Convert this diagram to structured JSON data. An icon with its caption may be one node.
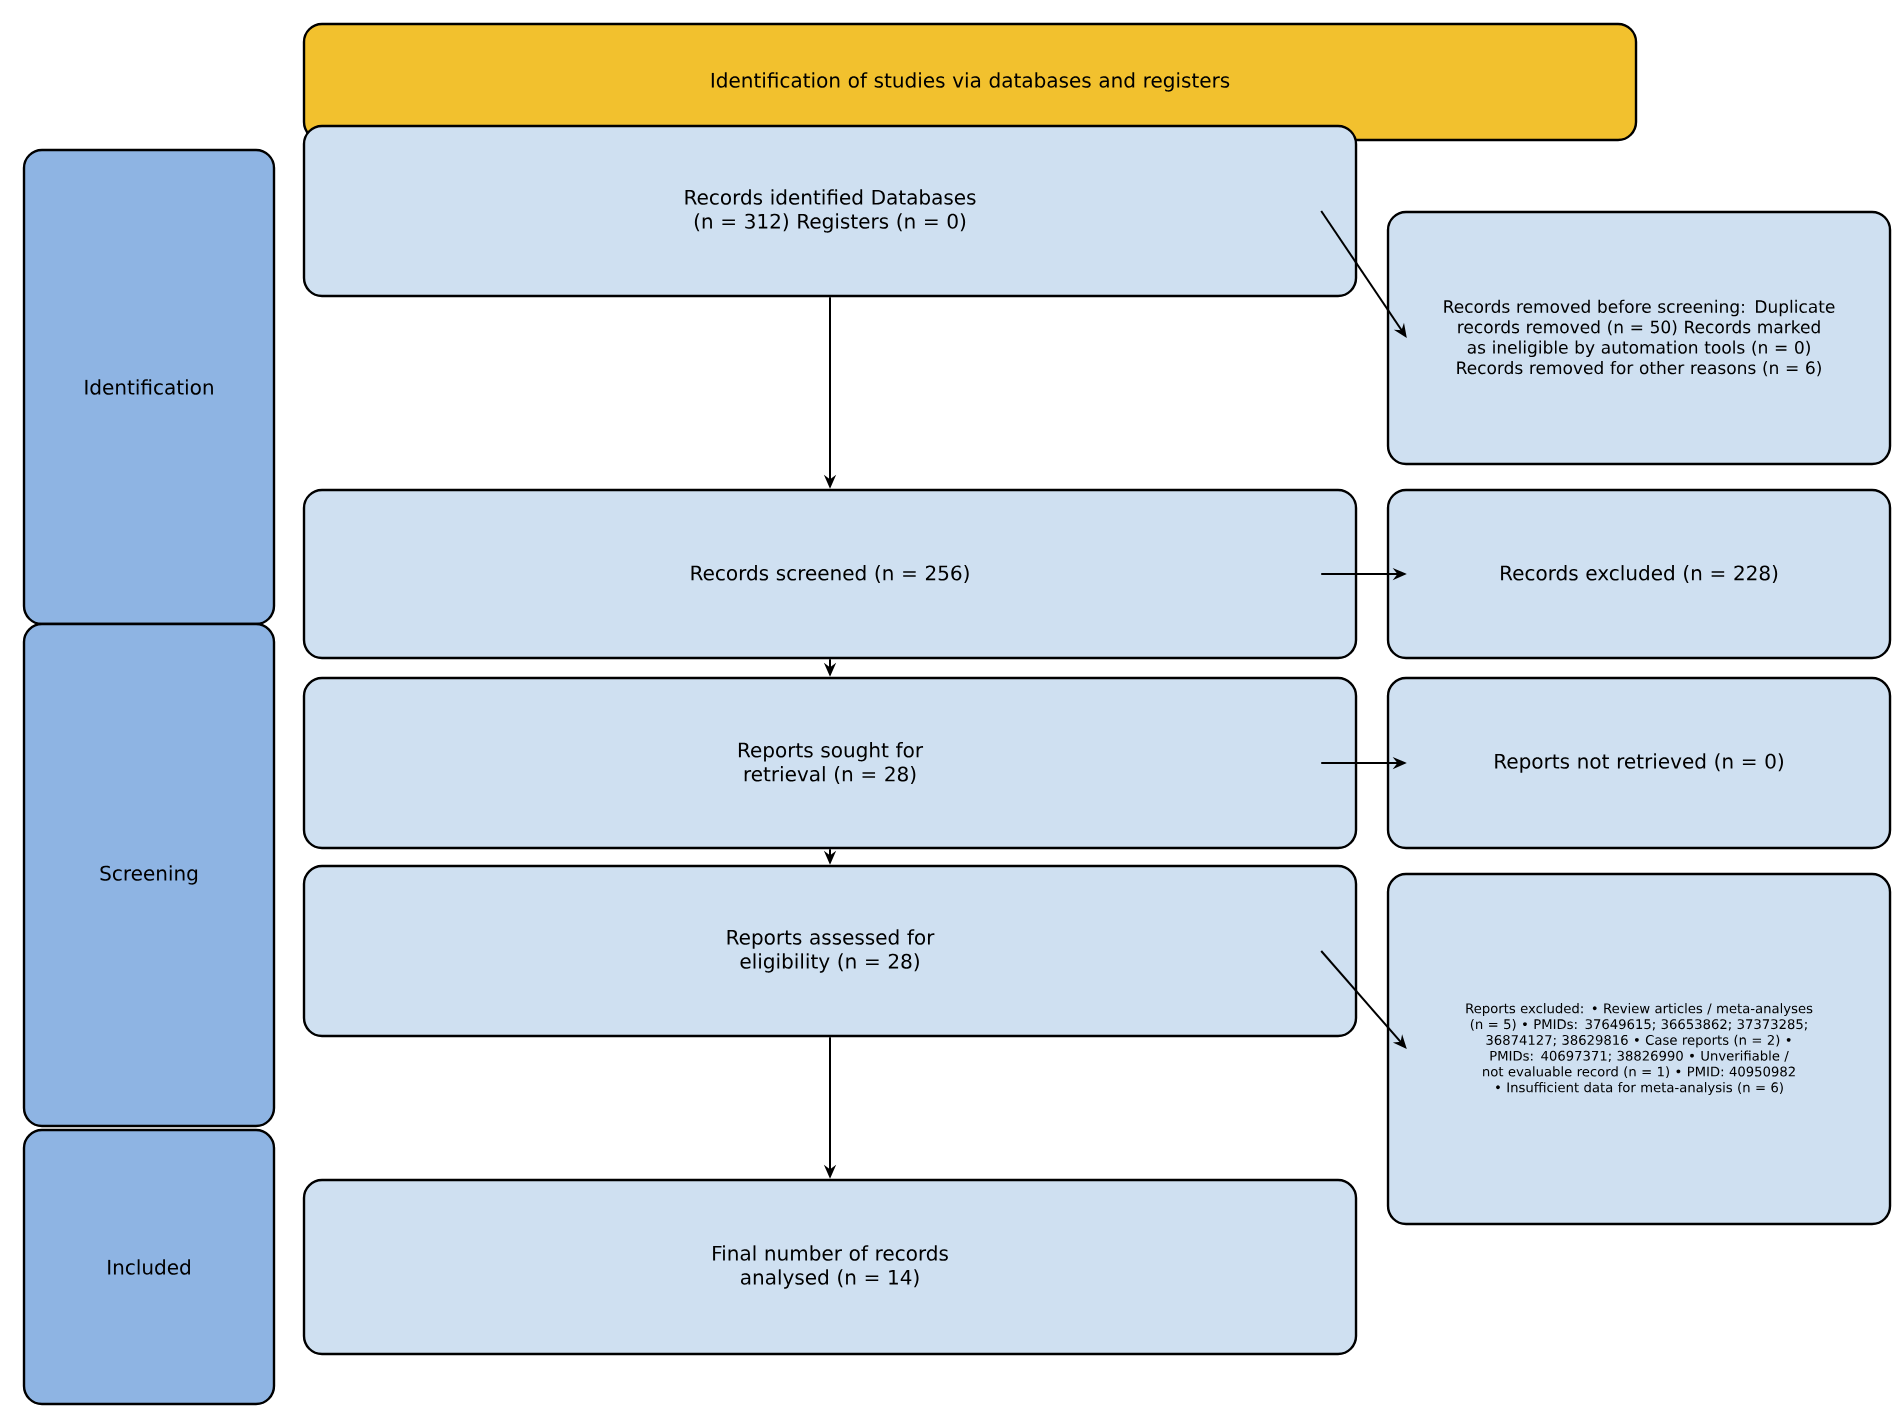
{
  "diagram": {
    "nodes": [
      {
        "text": [
          "Identification of studies via databases and registers"
        ]
      },
      {
        "text": [
          "Identification"
        ]
      },
      {
        "text": [
          "Screening"
        ]
      },
      {
        "text": [
          "Included"
        ]
      },
      {
        "text": [
          "Records identified Databases (n = 312) Registers (n = 0)"
        ]
      },
      {
        "text": [
          "Records removed before screening: Duplicate records removed (n = 50) Records marked as ineligible by automation tools (n = 0) Records removed for other reasons (n = 6)"
        ]
      },
      {
        "text": [
          "Records screened (n = 256)"
        ]
      },
      {
        "text": [
          "Records excluded (n = 228)"
        ]
      },
      {
        "text": [
          "Reports sought for retrieval (n = 28)"
        ]
      },
      {
        "text": [
          "Reports not retrieved (n = 0)"
        ]
      },
      {
        "text": [
          "Reports assessed for eligibility (n = 28)"
        ]
      },
      {
        "text": [
          "Reports excluded: • Review articles / meta-analyses (n = 5) • PMIDs: 37649615; 36653862; 37373285; 36874127; 38629816 • Case reports (n = 2) • PMIDs: 40697371; 38826990 • Unverifiable / not evaluable record (n = 1) • PMID: 40950982 • Insufficient data for meta-analysis (n = 6)"
        ]
      },
      {
        "text": [
          "Final number of records analysed (n = 14)"
        ]
      }
    ],
    "edges": [
      {
        "from": 4,
        "to": 5,
        "arrow": "to"
      },
      {
        "from": 4,
        "to": 6,
        "arrow": "to"
      },
      {
        "from": 6,
        "to": 7,
        "arrow": "to"
      },
      {
        "from": 6,
        "to": 8,
        "arrow": "to"
      },
      {
        "from": 8,
        "to": 9,
        "arrow": "to"
      },
      {
        "from": 8,
        "to": 10,
        "arrow": "to"
      },
      {
        "from": 10,
        "to": 11,
        "arrow": "to"
      },
      {
        "from": 10,
        "to": 12,
        "arrow": "to"
      }
    ]
  }
}
